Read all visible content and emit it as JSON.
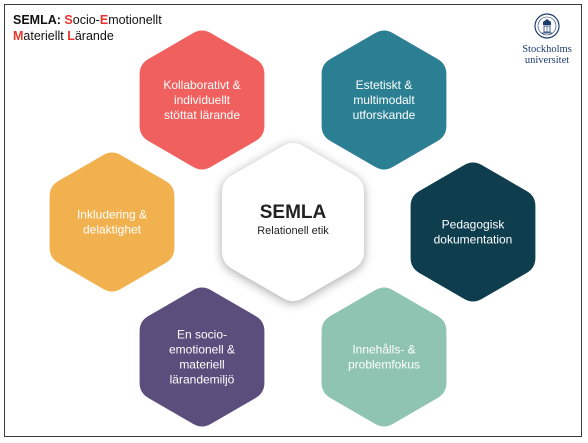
{
  "title": {
    "line1_prefix": "SEMLA:",
    "s_letter": "S",
    "ocio": "ocio-",
    "e_letter": "E",
    "motionellt": "motionellt",
    "m_letter": "M",
    "ateriellt": "ateriellt ",
    "l_letter": "L",
    "arande": "ärande"
  },
  "logo": {
    "line1": "Stockholms",
    "line2": "universitet"
  },
  "center": {
    "title": "SEMLA",
    "subtitle": "Relationell etik"
  },
  "hexagons": [
    {
      "lines": [
        "Kollaborativt &",
        "individuellt",
        "stöttat lärande"
      ],
      "color": "#f0605e"
    },
    {
      "lines": [
        "Estetiskt &",
        "multimodalt",
        "utforskande"
      ],
      "color": "#2b7f93"
    },
    {
      "lines": [
        "Pedagogisk",
        "dokumentation"
      ],
      "color": "#0e3d4e"
    },
    {
      "lines": [
        "Innehålls- &",
        "problemfokus"
      ],
      "color": "#8fc4b2"
    },
    {
      "lines": [
        "En socio-",
        "emotionell &",
        "materiell",
        "lärandemiljö"
      ],
      "color": "#5b4d7c"
    },
    {
      "lines": [
        "Inkludering &",
        "delaktighet"
      ],
      "color": "#f2b14f"
    }
  ]
}
